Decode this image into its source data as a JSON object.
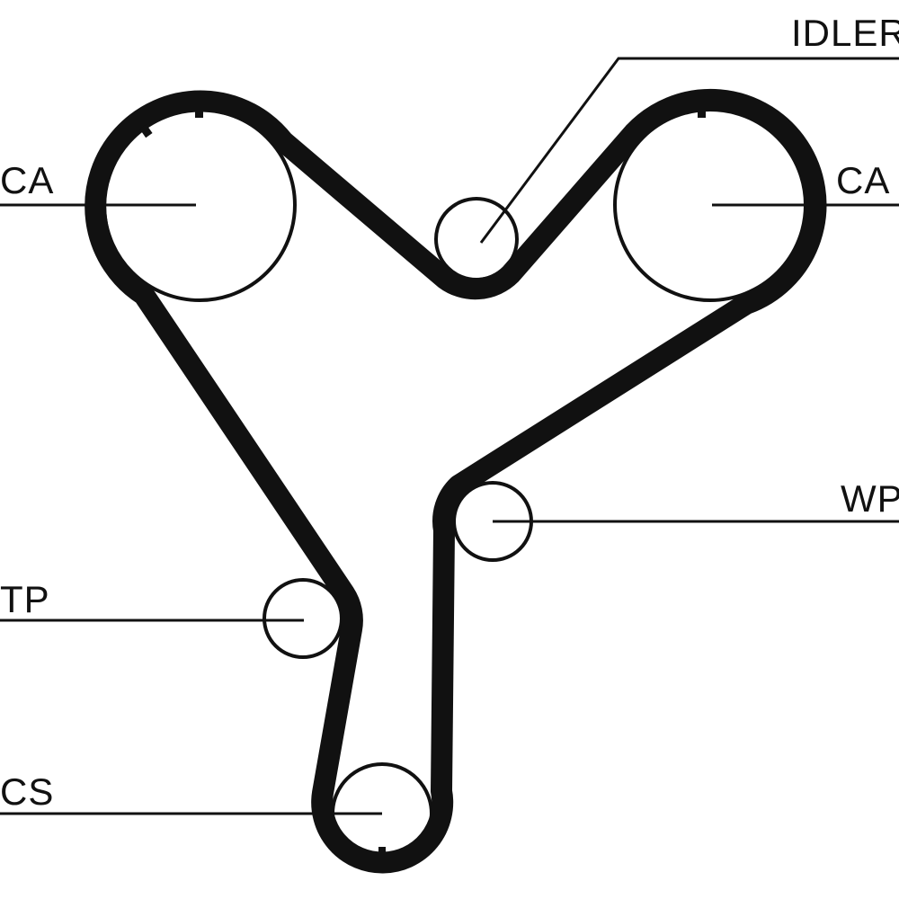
{
  "diagram": {
    "type": "timing-belt-routing",
    "labels": {
      "camshaft_left": "CA",
      "camshaft_right": "CA",
      "idler": "IDLER",
      "water_pump": "WP",
      "tensioner": "TP",
      "crankshaft": "CS"
    },
    "colors": {
      "belt": "#111111",
      "line": "#111111",
      "background": "#ffffff"
    }
  }
}
